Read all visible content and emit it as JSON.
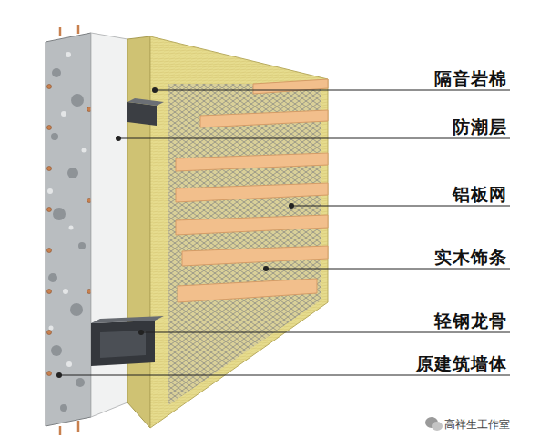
{
  "diagram": {
    "labels": [
      "隔音岩棉",
      "防潮层",
      "铝板网",
      "实木饰条",
      "轻钢龙骨",
      "原建筑墙体",
      "高祥生工作室"
    ]
  }
}
